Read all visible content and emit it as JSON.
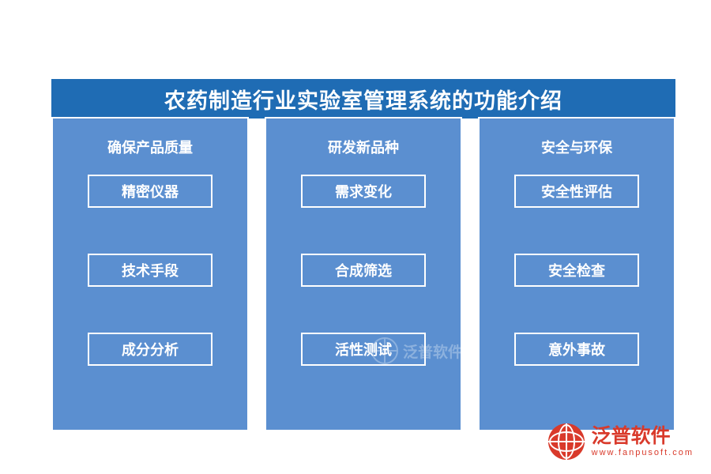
{
  "title": "农药制造行业实验室管理系统的功能介绍",
  "columns": [
    {
      "heading": "确保产品质量",
      "items": [
        "精密仪器",
        "技术手段",
        "成分分析"
      ]
    },
    {
      "heading": "研发新品种",
      "items": [
        "需求变化",
        "合成筛选",
        "活性测试"
      ]
    },
    {
      "heading": "安全与环保",
      "items": [
        "安全性评估",
        "安全检查",
        "意外事故"
      ]
    }
  ],
  "watermark": {
    "text": "泛普软件",
    "icon": "globe-icon"
  },
  "logo": {
    "cn": "泛普软件",
    "en": "www.fanpusoft.com",
    "icon": "globe-icon"
  },
  "colors": {
    "banner": "#1f6cb4",
    "panel": "#5b8fd0",
    "border": "#ffffff",
    "logo": "#d93a2b",
    "background": "#ffffff"
  }
}
